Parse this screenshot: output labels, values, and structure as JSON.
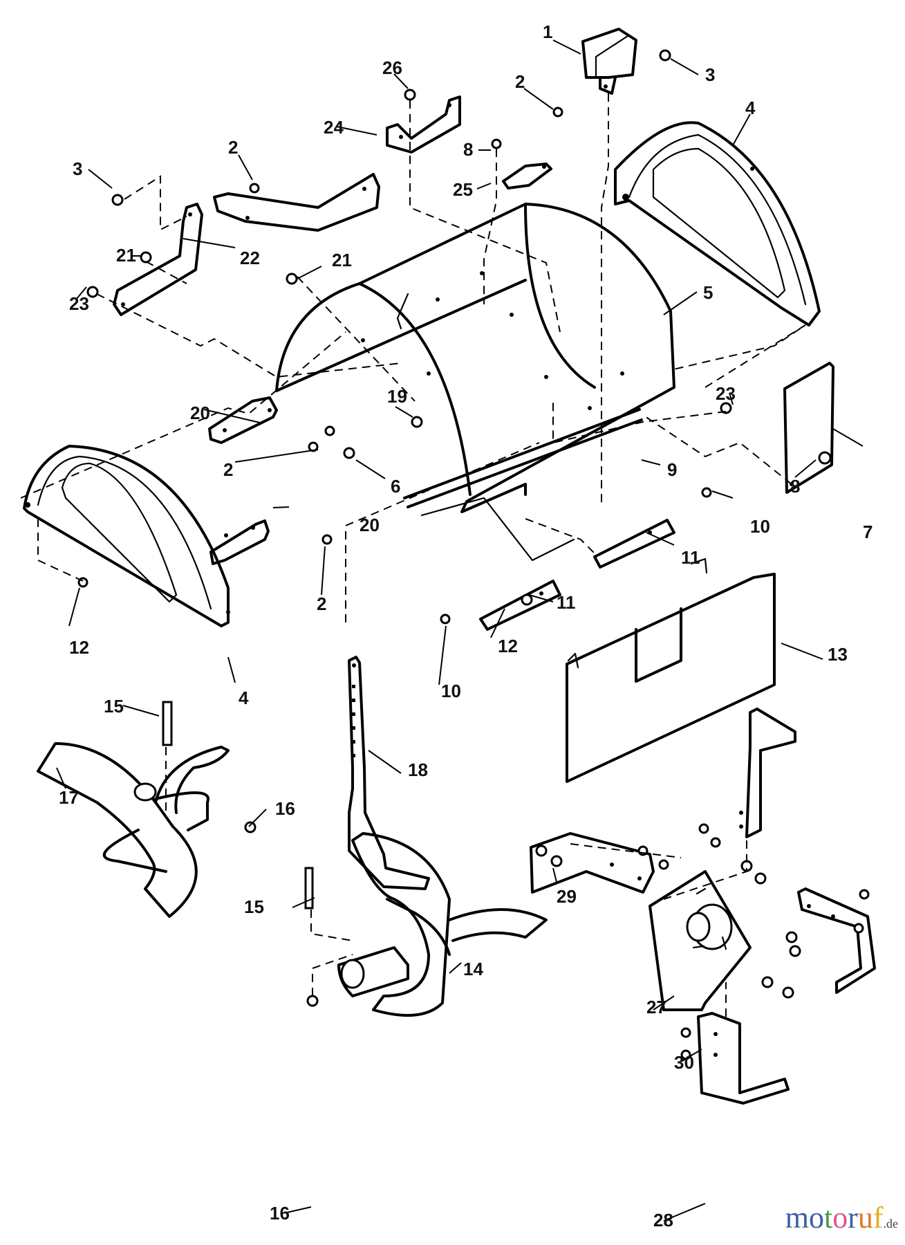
{
  "diagram": {
    "type": "exploded-parts-view",
    "subject": "Tiller tine shield / hood assembly",
    "callouts": [
      {
        "label": "1"
      },
      {
        "label": "2"
      },
      {
        "label": "3"
      },
      {
        "label": "26"
      },
      {
        "label": "24"
      },
      {
        "label": "2"
      },
      {
        "label": "3"
      },
      {
        "label": "8"
      },
      {
        "label": "25"
      },
      {
        "label": "4"
      },
      {
        "label": "22"
      },
      {
        "label": "21"
      },
      {
        "label": "21"
      },
      {
        "label": "23"
      },
      {
        "label": "5"
      },
      {
        "label": "23"
      },
      {
        "label": "19"
      },
      {
        "label": "20"
      },
      {
        "label": "2"
      },
      {
        "label": "6"
      },
      {
        "label": "9"
      },
      {
        "label": "8"
      },
      {
        "label": "7"
      },
      {
        "label": "10"
      },
      {
        "label": "20"
      },
      {
        "label": "11"
      },
      {
        "label": "2"
      },
      {
        "label": "12"
      },
      {
        "label": "11"
      },
      {
        "label": "13"
      },
      {
        "label": "10"
      },
      {
        "label": "12"
      },
      {
        "label": "4"
      },
      {
        "label": "15"
      },
      {
        "label": "18"
      },
      {
        "label": "17"
      },
      {
        "label": "16"
      },
      {
        "label": "14"
      },
      {
        "label": "15"
      },
      {
        "label": "29"
      },
      {
        "label": "27"
      },
      {
        "label": "30"
      },
      {
        "label": "16"
      },
      {
        "label": "28"
      }
    ]
  },
  "watermark": {
    "letters": [
      {
        "char": "m",
        "color": "#3b5fa8"
      },
      {
        "char": "o",
        "color": "#3b5fa8"
      },
      {
        "char": "t",
        "color": "#4a9a4a"
      },
      {
        "char": "o",
        "color": "#d9588f"
      },
      {
        "char": "r",
        "color": "#3b5fa8"
      },
      {
        "char": "u",
        "color": "#e07b2a"
      },
      {
        "char": "f",
        "color": "#e0b020"
      }
    ],
    "tld": ".de"
  }
}
